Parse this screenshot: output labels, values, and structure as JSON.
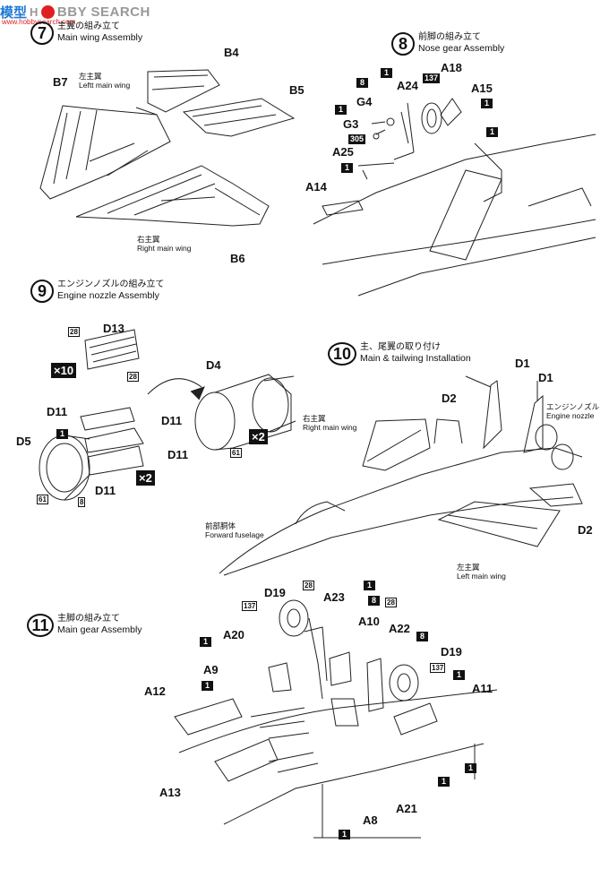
{
  "watermark": {
    "cjk": "模型",
    "gray1": "H",
    "gray2": "BBY SEARCH",
    "url": "www.hobbysearch.com"
  },
  "steps": [
    {
      "num": "7",
      "ja": "主翼の組み立て",
      "en": "Main wing Assembly"
    },
    {
      "num": "8",
      "ja": "前脚の組み立て",
      "en": "Nose gear Assembly"
    },
    {
      "num": "9",
      "ja": "エンジンノズルの組み立て",
      "en": "Engine nozzle Assembly"
    },
    {
      "num": "10",
      "ja": "主、尾翼の取り付け",
      "en": "Main & tailwing Installation"
    },
    {
      "num": "11",
      "ja": "主脚の組み立て",
      "en": "Main gear Assembly"
    }
  ],
  "step7": {
    "B4": "B4",
    "B5": "B5",
    "B6": "B6",
    "B7": "B7",
    "left_ja": "左主翼",
    "left_en": "Leftt main wing",
    "right_ja": "右主翼",
    "right_en": "Right main wing"
  },
  "step8": {
    "A18": "A18",
    "A24": "A24",
    "A15": "A15",
    "G4": "G4",
    "G3": "G3",
    "A25": "A25",
    "A14": "A14",
    "b1": "1",
    "b8": "8",
    "b137": "137",
    "b305": "305"
  },
  "step9": {
    "D13": "D13",
    "D11": "D11",
    "D5": "D5",
    "D4": "D4",
    "o28": "28",
    "o61": "61",
    "o8": "8",
    "b1": "1",
    "x10": "×10",
    "x2": "×2"
  },
  "step10": {
    "D1": "D1",
    "D2": "D2",
    "nozzle_ja": "エンジンノズル",
    "nozzle_en": "Engine nozzle",
    "right_ja": "右主翼",
    "right_en": "Right main wing",
    "fwd_ja": "前部胴体",
    "fwd_en": "Forward fuselage",
    "left_ja": "左主翼",
    "left_en": "Left  main wing"
  },
  "step11": {
    "D19": "D19",
    "A23": "A23",
    "A10": "A10",
    "A22": "A22",
    "A20": "A20",
    "A9": "A9",
    "A12": "A12",
    "A11": "A11",
    "A13": "A13",
    "A21": "A21",
    "A8": "A8",
    "o28": "28",
    "o137": "137",
    "b1": "1",
    "b8": "8"
  }
}
